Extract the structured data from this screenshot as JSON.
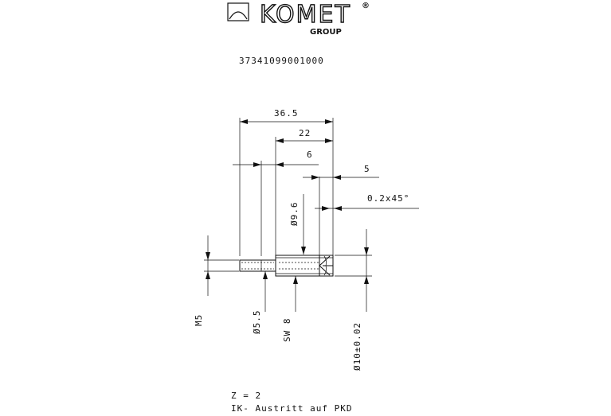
{
  "logo": {
    "brand": "KOMET",
    "registered": "®",
    "group": "GROUP"
  },
  "part_number": "37341099001000",
  "dimensions": {
    "total_length": "36.5",
    "length_22": "22",
    "length_6": "6",
    "length_5": "5",
    "chamfer": "0.2x45°",
    "dia_9_6": "Ø9.6",
    "thread": "M5",
    "dia_5_5": "Ø5.5",
    "wrench": "SW 8",
    "dia_10": "Ø10±0.02"
  },
  "notes": {
    "teeth": "Z = 2",
    "coolant": "IK- Austritt auf PKD"
  }
}
